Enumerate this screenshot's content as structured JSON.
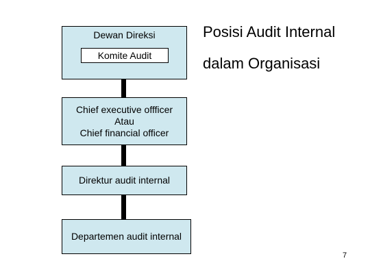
{
  "title": {
    "line1": "Posisi Audit Internal",
    "line2": "dalam Organisasi"
  },
  "boxes": {
    "board": "Dewan Direksi",
    "committee": "Komite Audit",
    "ceo_line1": "Chief executive offficer",
    "ceo_line2": "Atau",
    "ceo_line3": "Chief financial officer",
    "director": "Direktur audit internal",
    "department": "Departemen audit internal"
  },
  "page_number": "7",
  "colors": {
    "box_fill": "#cfe8ef",
    "connector": "#000000"
  }
}
